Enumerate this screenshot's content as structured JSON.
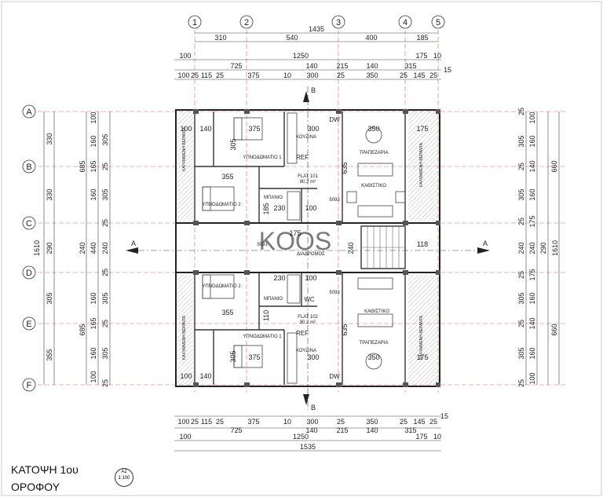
{
  "grid": {
    "columns": [
      "1",
      "2",
      "3",
      "4",
      "5"
    ],
    "rows": [
      "A",
      "B",
      "C",
      "D",
      "E",
      "F"
    ]
  },
  "top_dims": {
    "row1": [
      "1435"
    ],
    "row2": [
      "310",
      "540",
      "400",
      "185"
    ],
    "row3": [
      "100",
      "1250",
      "175",
      "10"
    ],
    "row4": [
      "725",
      "140",
      "215",
      "140",
      "315"
    ],
    "row5": [
      "100",
      "25",
      "115",
      "25",
      "375",
      "10",
      "300",
      "25",
      "350",
      "25",
      "145",
      "25",
      "15"
    ]
  },
  "bottom_dims": {
    "row1": [
      "100",
      "25",
      "115",
      "25",
      "375",
      "10",
      "300",
      "25",
      "350",
      "25",
      "145",
      "25",
      "15"
    ],
    "row2": [
      "725",
      "140",
      "215",
      "140",
      "315"
    ],
    "row3": [
      "100",
      "1250",
      "175",
      "10"
    ],
    "row4": [
      "1535"
    ]
  },
  "left_dims": {
    "outer": [
      "1610"
    ],
    "mid": [
      "330",
      "685",
      "330",
      "290",
      "305",
      "685",
      "355"
    ],
    "inner": [
      "100",
      "305",
      "160",
      "165",
      "25",
      "160",
      "305",
      "25",
      "240",
      "440",
      "240",
      "25",
      "305",
      "160",
      "165",
      "25",
      "160",
      "305",
      "100",
      "25"
    ]
  },
  "right_dims": {
    "outer": [
      "1610"
    ],
    "mid": [
      "660",
      "290",
      "660"
    ],
    "inner": [
      "25",
      "100",
      "305",
      "160",
      "140",
      "25",
      "305",
      "160",
      "175",
      "25",
      "240",
      "240",
      "175",
      "25",
      "305",
      "160",
      "140",
      "25",
      "305",
      "160",
      "100",
      "25"
    ]
  },
  "rooms": {
    "flat101": {
      "name": "FLAT 101",
      "area": "80.2 m²"
    },
    "flat102": {
      "name": "FLAT 102",
      "area": "80.2 m²"
    },
    "kitchen": "ΚΟΥΖΙΝΑ",
    "dining": "ΤΡΑΠΕΖΑΡΙΑ",
    "living": "ΚΑΘΙΣΤΙΚΟ",
    "bed1": "ΥΠΝΟΔΩΜΑΤΙΟ 1",
    "bed2": "ΥΠΝΟΔΩΜΑΤΙΟ 2",
    "bath": "ΜΠΑΝΙΟ",
    "wc": "WC",
    "ref": "REF",
    "dw": "DW",
    "corridor": "ΔΙΑΔΡΟΜΟΣ",
    "veranda_l": "ΚΑΛΥΜΜΕΝΗ ΒΕΡΑΝΤΑ",
    "veranda_r": "ΚΑΛΥΜΜΕΝΗ ΒΕΡΑΝΤΑ"
  },
  "room_dims": {
    "d140": "140",
    "d375": "375",
    "d300": "300",
    "d350": "350",
    "d175": "175",
    "d355": "355",
    "d230": "230",
    "d100": "100",
    "d185": "185",
    "d305": "305",
    "d635": "635",
    "d240": "240",
    "d118": "118",
    "d110": "110",
    "d5093": "5093",
    "d175c": "175"
  },
  "section_marks": {
    "a": "A",
    "b": "B"
  },
  "watermark": "KOOS",
  "title": {
    "line1": "ΚΑΤΟΨΗ 1ου",
    "line2": "ΟΡΟΦΟΥ"
  },
  "scale_badge": {
    "sheet": "A2",
    "scale": "1:100"
  }
}
